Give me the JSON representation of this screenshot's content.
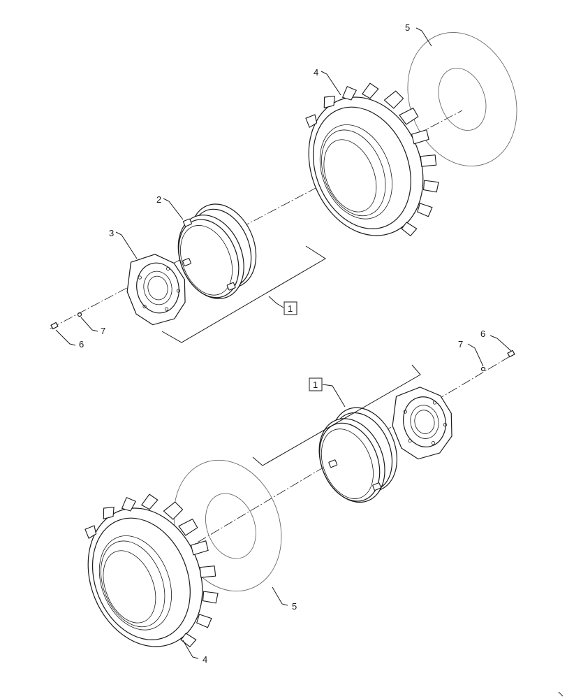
{
  "diagram": {
    "callouts": {
      "upper": {
        "assembly": "1",
        "rim": "2",
        "center_disc": "3",
        "tire": "4",
        "tube_flap": "5",
        "bolt": "6",
        "washer": "7"
      },
      "lower": {
        "assembly": "1",
        "tire": "4",
        "tube_flap": "5",
        "bolt": "6",
        "washer": "7"
      }
    }
  }
}
